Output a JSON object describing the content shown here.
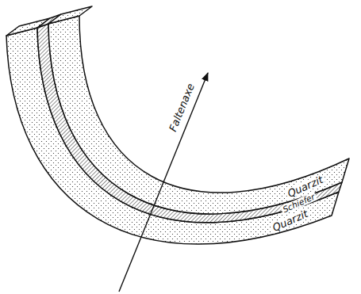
{
  "diagram": {
    "labels": [
      "Faltenaxe",
      "Quarzit",
      "Schiefer",
      "Quarzit"
    ]
  }
}
